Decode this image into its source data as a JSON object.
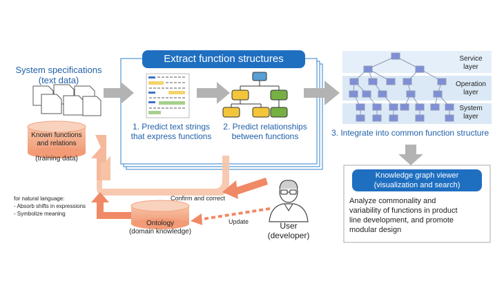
{
  "extract": {
    "title": "Extract function structures"
  },
  "specs": {
    "line1": "System specifications",
    "line2": "(text data)"
  },
  "steps": {
    "step1_line1": "1. Predict text strings",
    "step1_line2": "that express functions",
    "step2_line1": "2. Predict relationships",
    "step2_line2": "between functions",
    "step3": "3. Integrate into common function structure"
  },
  "known": {
    "line1": "Known functions",
    "line2": "and relations",
    "line3": "(training data)"
  },
  "layers": {
    "service1": "Service",
    "service2": "layer",
    "operation1": "Operation",
    "operation2": "layer",
    "system1": "System",
    "system2": "layer"
  },
  "viewer": {
    "title1": "Knowledge graph viewer",
    "title2": "(visualization and search)",
    "desc1": "Analyze commonality and",
    "desc2": "variability of functions in product",
    "desc3": "line development, and promote",
    "desc4": "modular design"
  },
  "natural": {
    "line1": "for natural language:",
    "line2": "- Absorb shifts in expressions",
    "line3": "- Symbolize meaning"
  },
  "flows": {
    "confirm": "Confirm and correct",
    "update": "Update"
  },
  "ontology": {
    "line1": "Ontology",
    "line2": "(domain knowledge)"
  },
  "user": {
    "line1": "User",
    "line2": "(developer)"
  },
  "colors": {
    "accent_blue": "#1f6fc1",
    "salmon": "#f0a07c",
    "arrow_gray": "#b3b3b3",
    "node_purple": "#7f8fd6",
    "layer_band": "#dbe9f6"
  }
}
